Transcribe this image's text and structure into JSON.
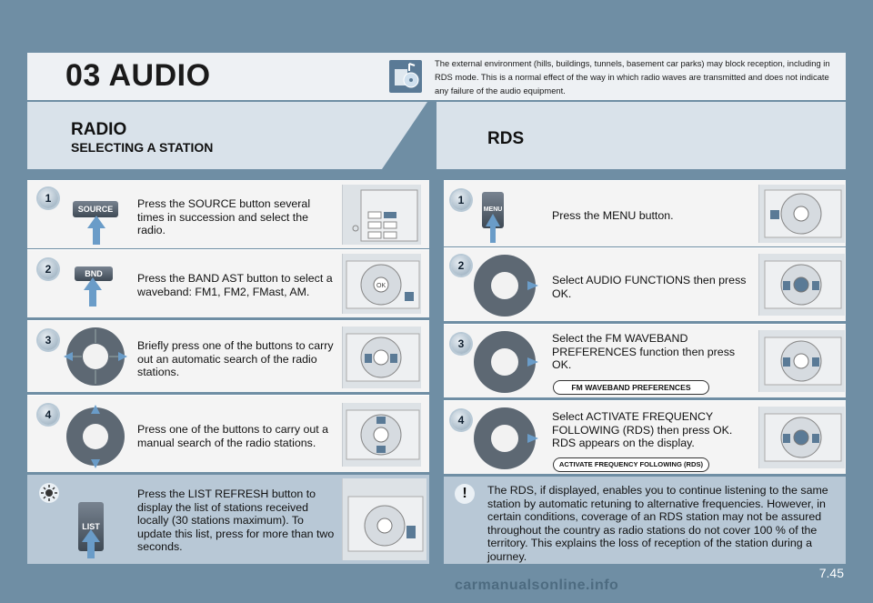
{
  "header": {
    "title": "03 AUDIO",
    "note": "The external environment (hills, buildings, tunnels, basement car parks) may block reception, including in RDS mode. This is a normal effect of the way in which radio waves are transmitted and does not indicate any failure of the audio equipment.",
    "icon": "audio-icon"
  },
  "left": {
    "title": "RADIO",
    "subtitle": "SELECTING A STATION",
    "steps": [
      {
        "num": "1",
        "button": "SOURCE",
        "text": "Press the SOURCE button several times in succession and select the radio."
      },
      {
        "num": "2",
        "button": "BND",
        "text": "Press the BAND AST button to select a waveband: FM1, FM2, FMast, AM."
      },
      {
        "num": "3",
        "text": "Briefly press one of the buttons to carry out an automatic search of the radio stations."
      },
      {
        "num": "4",
        "text": "Press one of the buttons to carry out a manual search of the radio stations."
      }
    ],
    "tip": {
      "button": "LIST",
      "text": "Press the LIST REFRESH button to display the list of stations received locally (30 stations maximum). To update this list, press for more than two seconds."
    }
  },
  "right": {
    "title": "RDS",
    "steps": [
      {
        "num": "1",
        "button": "MENU",
        "text": "Press the MENU button."
      },
      {
        "num": "2",
        "text": "Select AUDIO FUNCTIONS then press OK."
      },
      {
        "num": "3",
        "text": "Select the FM WAVEBAND PREFERENCES function then press OK.",
        "pill": "FM WAVEBAND PREFERENCES"
      },
      {
        "num": "4",
        "text": "Select ACTIVATE FREQUENCY FOLLOWING (RDS) then press OK. RDS appears on the display.",
        "pill": "ACTIVATE FREQUENCY FOLLOWING (RDS)"
      }
    ],
    "warning": {
      "symbol": "!",
      "text": "The RDS, if displayed, enables you to continue listening to the same station by automatic retuning to alternative frequencies. However, in certain conditions, coverage of an RDS station may not be assured throughout the country as radio stations do not cover 100 % of the territory. This explains the loss of reception of the station during a journey."
    }
  },
  "footer": {
    "page": "7.45",
    "watermark": "carmanualsonline.info"
  },
  "icons": {
    "tip": "sun-tip-icon",
    "warning": "warning-icon",
    "dpad": "direction-pad-icon",
    "panel": "audio-panel-icon"
  }
}
